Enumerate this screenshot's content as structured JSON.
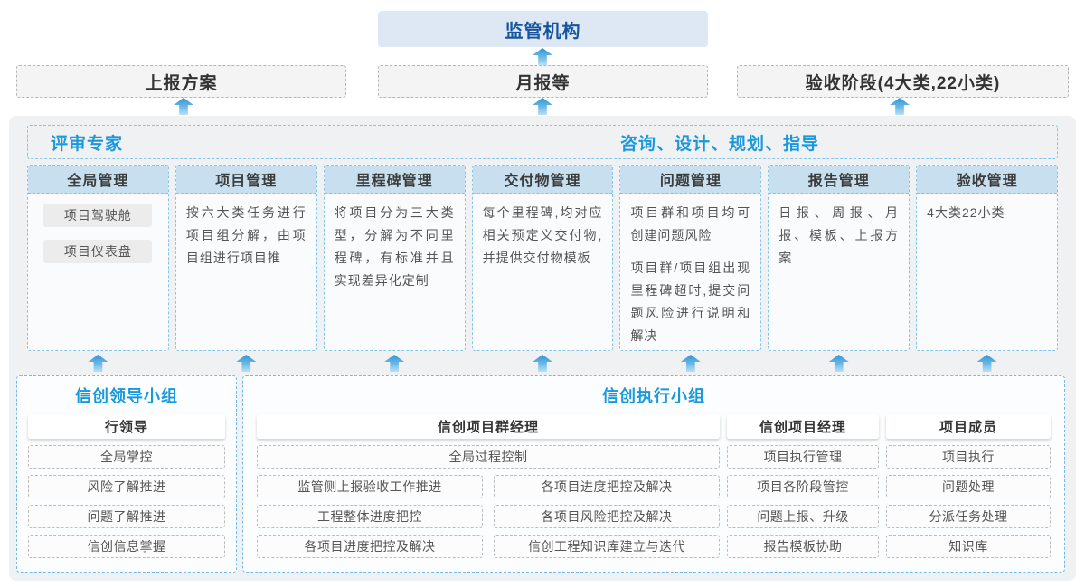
{
  "colors": {
    "regulator_bg": "#dde8f4",
    "regulator_text": "#17549e",
    "accent_blue": "#1898dd",
    "arrow_blue_top": "#2d95d5",
    "arrow_blue_bottom": "#b7e0f5",
    "column_header_bg": "#c7dfef",
    "dashed_blue_border": "#85c3e7",
    "container_bg": "#f0f1f3"
  },
  "regulator": {
    "label": "监管机构"
  },
  "report_row": {
    "plan": "上报方案",
    "monthly": "月报等",
    "acceptance": "验收阶段(4大类,22小类)"
  },
  "middle": {
    "experts_title": "评审专家",
    "guidance_title": "咨询、设计、规划、指导",
    "columns": [
      {
        "header": "全局管理",
        "chips": [
          "项目驾驶舱",
          "项目仪表盘"
        ]
      },
      {
        "header": "项目管理",
        "paragraphs": [
          "按六大类任务进行项目组分解，由项目组进行项目推"
        ]
      },
      {
        "header": "里程碑管理",
        "paragraphs": [
          "将项目分为三大类型，分解为不同里程碑，有标准并且实现差异化定制"
        ]
      },
      {
        "header": "交付物管理",
        "paragraphs": [
          "每个里程碑,均对应相关预定义交付物,并提供交付物模板"
        ]
      },
      {
        "header": "问题管理",
        "paragraphs": [
          "项目群和项目均可创建问题风险",
          "项目群/项目组出现里程碑超时,提交问题风险进行说明和解决"
        ]
      },
      {
        "header": "报告管理",
        "paragraphs": [
          "日报、周报、月报、模板、上报方案"
        ]
      },
      {
        "header": "验收管理",
        "paragraphs": [
          "4大类22小类"
        ]
      }
    ]
  },
  "bottom": {
    "leader_group": {
      "title": "信创领导小组",
      "role": "行领导",
      "items": [
        "全局掌控",
        "风险了解推进",
        "问题了解推进",
        "信创信息掌握"
      ]
    },
    "exec_group": {
      "title": "信创执行小组",
      "pm_group": {
        "role": "信创项目群经理",
        "full_item": "全局过程控制",
        "col_a": [
          "监管侧上报验收工作推进",
          "工程整体进度把控",
          "各项目进度把控及解决"
        ],
        "col_b": [
          "各项目进度把控及解决",
          "各项目风险把控及解决",
          "信创工程知识库建立与迭代"
        ]
      },
      "pm": {
        "role": "信创项目经理",
        "items": [
          "项目执行管理",
          "项目各阶段管控",
          "问题上报、升级",
          "报告模板协助"
        ]
      },
      "member": {
        "role": "项目成员",
        "items": [
          "项目执行",
          "问题处理",
          "分派任务处理",
          "知识库"
        ]
      }
    }
  }
}
